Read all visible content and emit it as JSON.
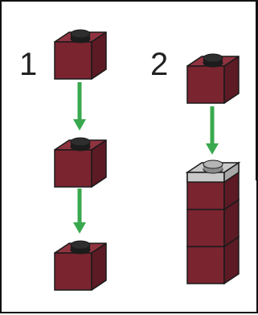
{
  "steps": [
    {
      "number": "1",
      "action": "stack-brick",
      "brick_count": 3
    },
    {
      "number": "2",
      "action": "stack-brick",
      "tower_height": 3,
      "highlight_top_stud": true
    }
  ],
  "colors": {
    "brick_front": "#7a2430",
    "brick_side": "#5c1a24",
    "brick_top": "#8f3340",
    "stud": "#1c1c1c",
    "arrow": "#3aa84e",
    "highlight": "#c9c9c9",
    "outline": "#1a1a1a"
  },
  "icons": {
    "brick": "lego-brick-1x1",
    "arrow": "down-arrow"
  }
}
